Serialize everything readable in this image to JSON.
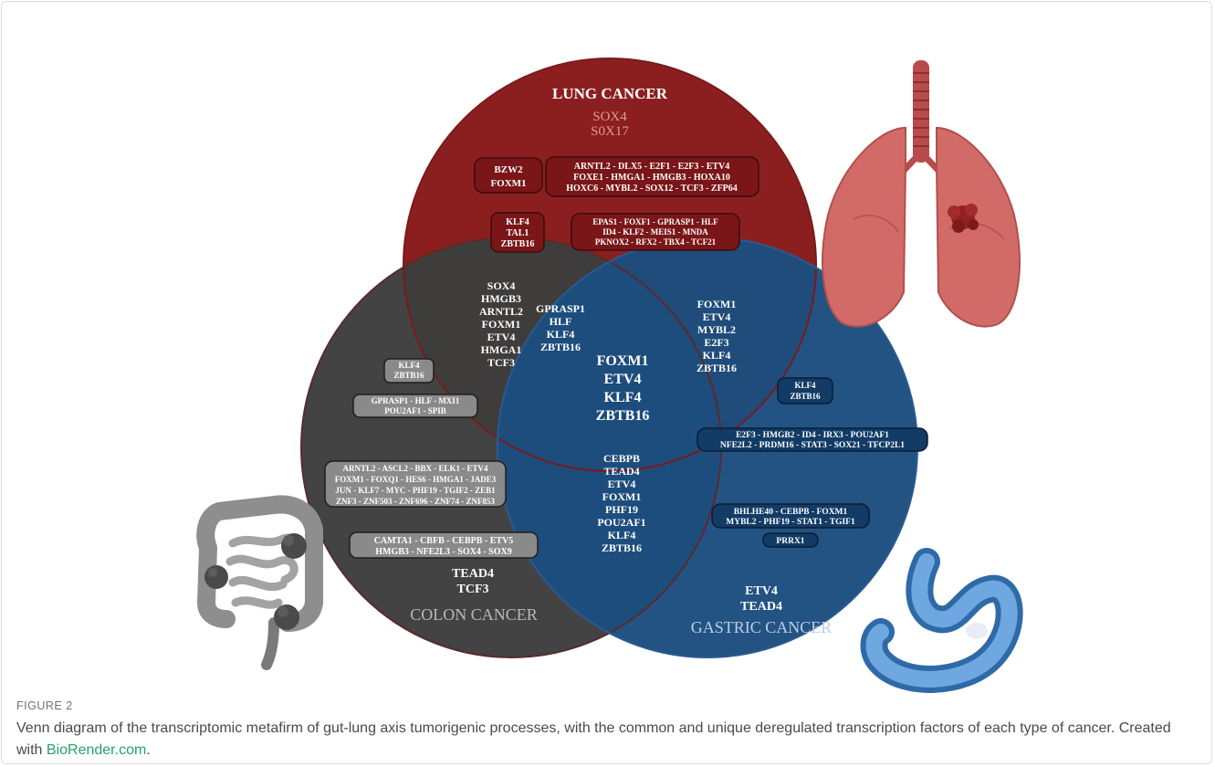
{
  "figure": {
    "label": "FIGURE 2",
    "caption_main": "Venn diagram of the transcriptomic metafirm of gut-lung axis tumorigenic processes, with the common and unique deregulated transcription factors of each type of cancer. Created with ",
    "caption_link": "BioRender.com",
    "caption_end": "."
  },
  "colors": {
    "lung": "#8b1f20",
    "colon": "#3d3d3d",
    "gastric": "#1c4d7e",
    "frame": "#d9dfe4"
  },
  "icons": [
    "lungs-illustration",
    "intestine-illustration",
    "stomach-illustration"
  ],
  "lung": {
    "title": "LUNG CANCER",
    "sub1": "SOX4",
    "sub2": "S0X17",
    "box1": [
      "BZW2",
      "FOXM1"
    ],
    "box2": [
      "ARNTL2 - DLX5 - E2F1 - E2F3 - ETV4",
      "FOXE1 - HMGA1 - HMGB3 - HOXA10",
      "HOXC6 - MYBL2 - SOX12 - TCF3 - ZFP64"
    ],
    "box3": [
      "KLF4",
      "TAL1",
      "ZBTB16"
    ],
    "box4": [
      "EPAS1 - FOXF1 - GPRASP1 - HLF",
      "ID4 - KLF2 - MEIS1 - MNDA",
      "PKNOX2 -  RFX2 - TBX4 - TCF21"
    ]
  },
  "lung_colon": {
    "list_a": [
      "SOX4",
      "HMGB3",
      "ARNTL2",
      "FOXM1",
      "ETV4",
      "HMGA1",
      "TCF3"
    ],
    "list_b": [
      "GPRASP1",
      "HLF",
      "KLF4",
      "ZBTB16"
    ]
  },
  "lung_gastric": [
    "FOXM1",
    "ETV4",
    "MYBL2",
    "E2F3",
    "KLF4",
    "ZBTB16"
  ],
  "center": [
    "FOXM1",
    "ETV4",
    "KLF4",
    "ZBTB16"
  ],
  "colon_gastric": [
    "CEBPB",
    "TEAD4",
    "ETV4",
    "FOXM1",
    "PHF19",
    "POU2AF1",
    "KLF4",
    "ZBTB16"
  ],
  "colon": {
    "title": "COLON CANCER",
    "box1": [
      "KLF4",
      "ZBTB16"
    ],
    "box2": [
      "GPRASP1 - HLF - MXI1",
      "POU2AF1 - SPIB"
    ],
    "box3": [
      "ARNTL2 - ASCL2 - BBX - ELK1 - ETV4",
      "FOXM1 - FOXQ1 - HES6 - HMGA1 - JADE3",
      "JUN - KLF7 -  MYC - PHF19 - TGIF2 - ZEB1",
      "ZNF3 - ZNF503 - ZNF696 - ZNF74 - ZNF853"
    ],
    "box4": [
      "CAMTA1 - CBFB - CEBPB - ETV5",
      "HMGB3 - NFE2L3 - SOX4 - SOX9"
    ],
    "bottom": [
      "TEAD4",
      "TCF3"
    ]
  },
  "gastric": {
    "title": "GASTRIC CANCER",
    "box1": [
      "KLF4",
      "ZBTB16"
    ],
    "box2": [
      "E2F3 - HMGB2 - ID4 - IRX3 -  POU2AF1",
      "NFE2L2 - PRDM16 - STAT3 - SOX21 - TFCP2L1"
    ],
    "box3": [
      "BHLHE40 - CEBPB - FOXM1",
      "MYBL2 - PHF19 - STAT1 - TGIF1"
    ],
    "box4": [
      "PRRX1"
    ],
    "bottom": [
      "ETV4",
      "TEAD4"
    ]
  }
}
